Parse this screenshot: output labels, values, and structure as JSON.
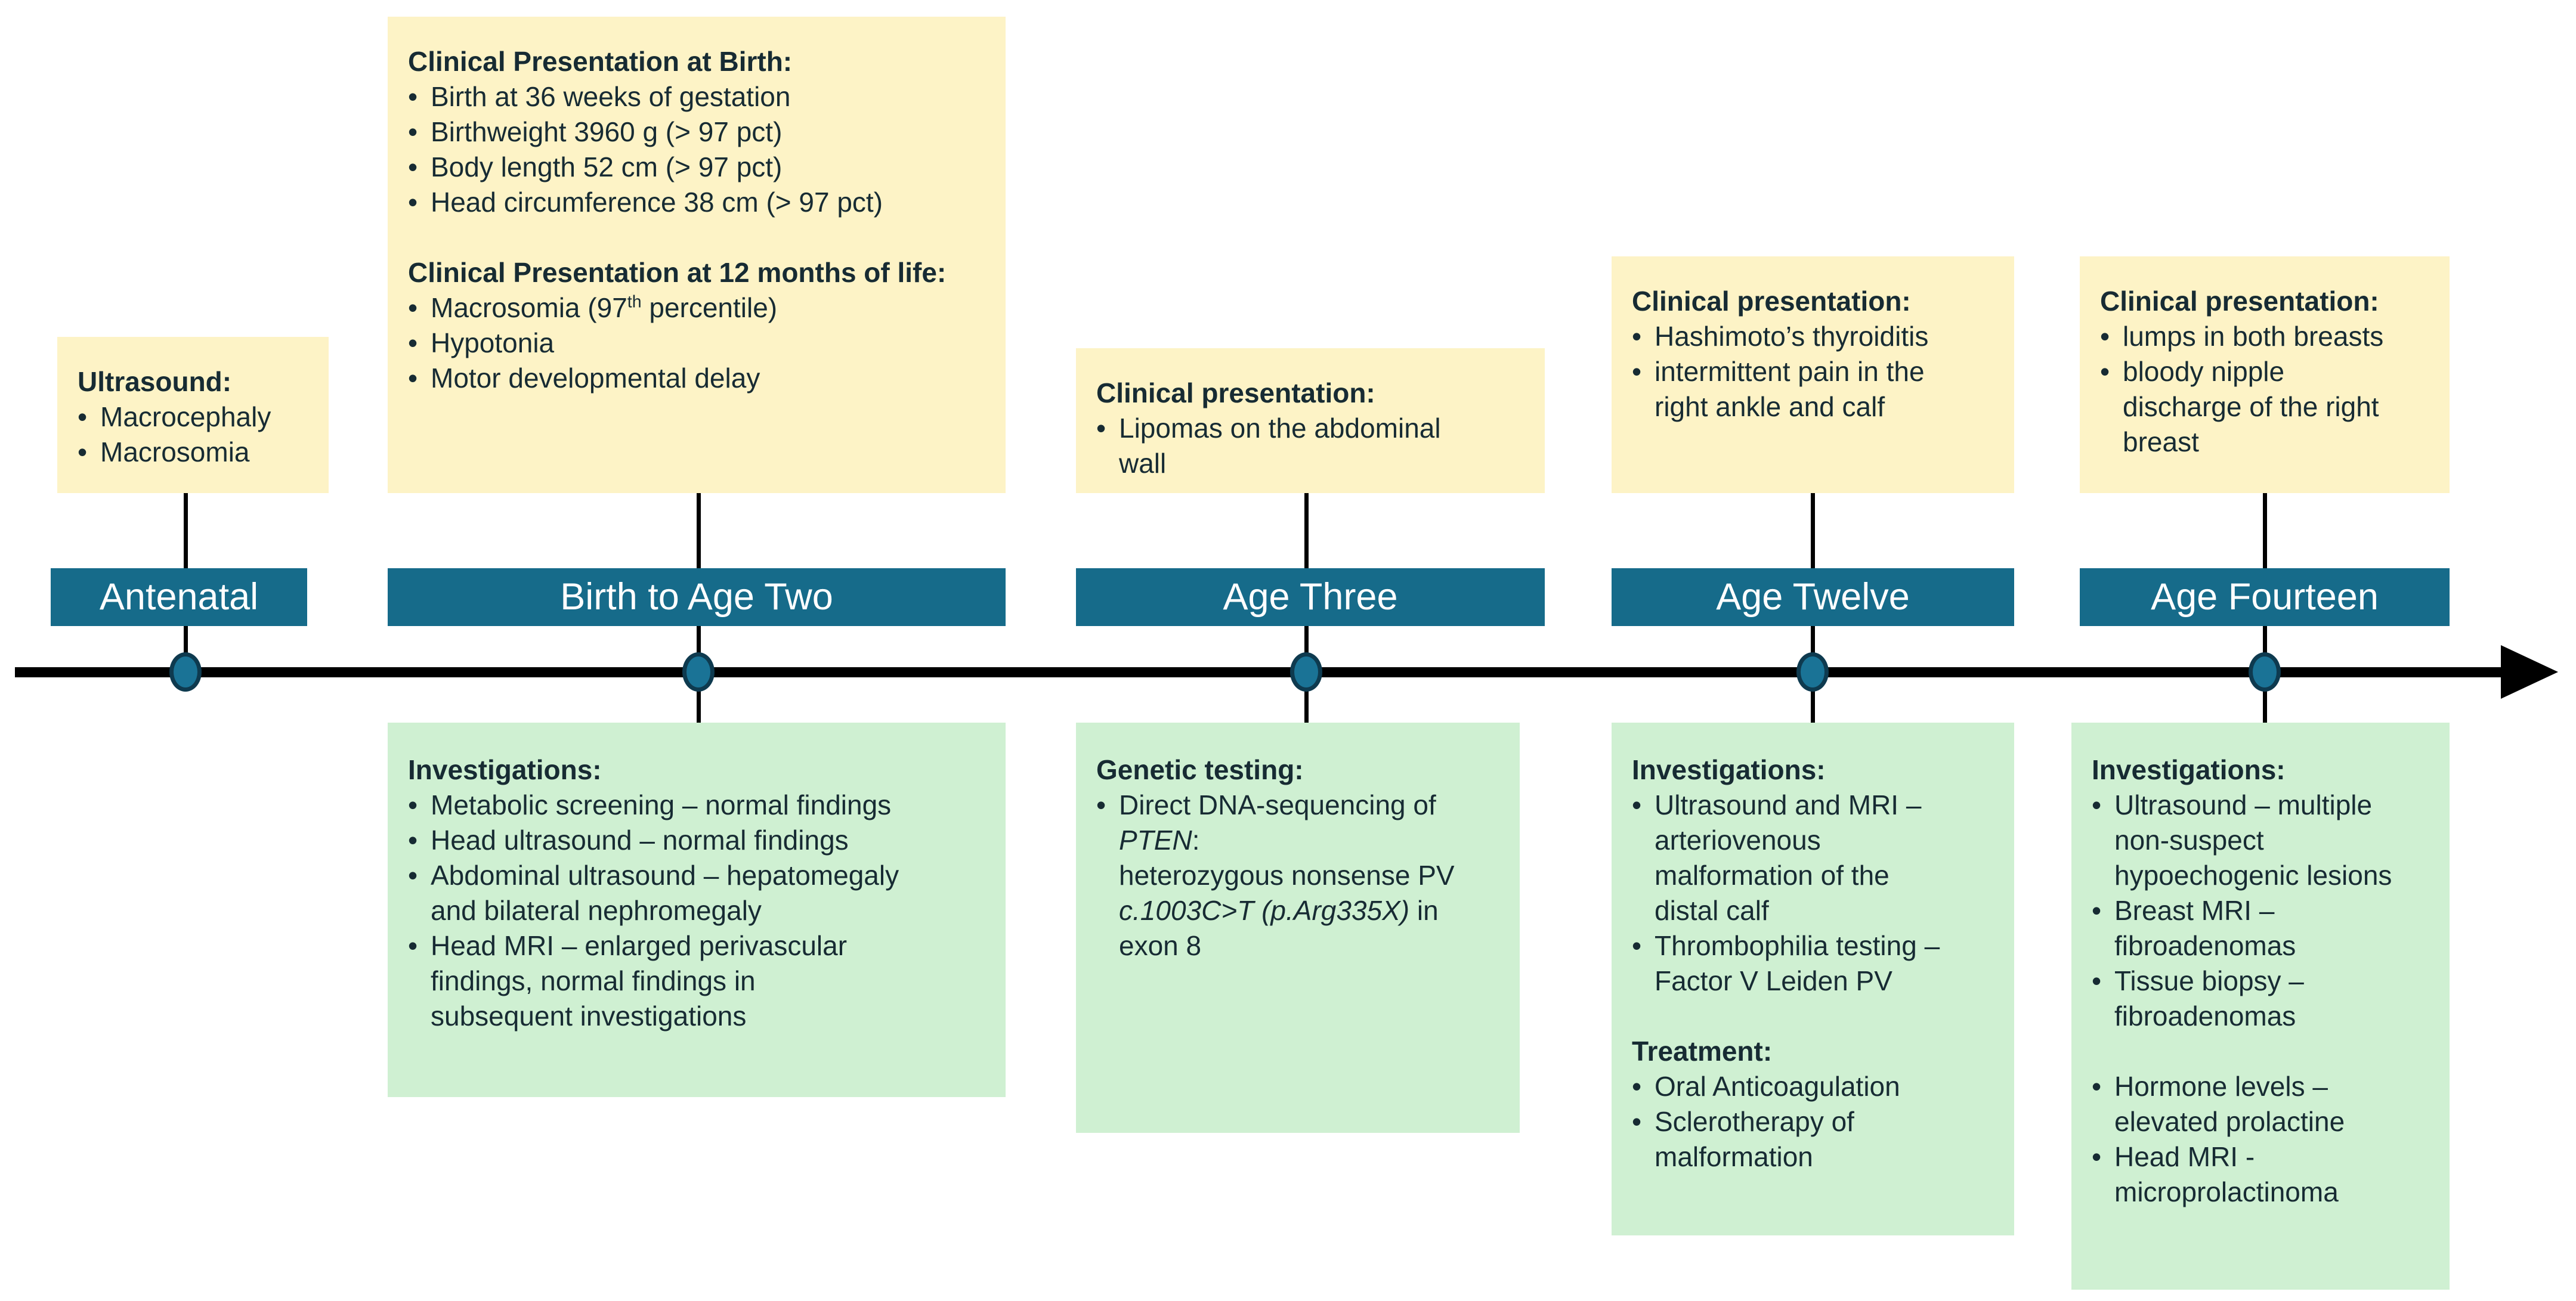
{
  "palette": {
    "yellow": "#FDF3C6",
    "green": "#CFF0D2",
    "blue": "#166B8A",
    "node_fill": "#1A7396",
    "node_border": "#0E3A4F",
    "line": "#000000",
    "text": "#172B33",
    "label_text": "#FFFFFF"
  },
  "columns": [
    {
      "label": "Antenatal",
      "top": {
        "sections": [
          {
            "heading": "Ultrasound:",
            "bullets": [
              [
                {
                  "t": "Macrocephaly"
                }
              ],
              [
                {
                  "t": "Macrosomia"
                }
              ]
            ]
          }
        ]
      },
      "bottom": null
    },
    {
      "label": "Birth to Age Two",
      "top": {
        "sections": [
          {
            "heading": "Clinical Presentation at Birth:",
            "bullets": [
              [
                {
                  "t": "Birth at 36 weeks of gestation"
                }
              ],
              [
                {
                  "t": "Birthweight 3960 g (> 97 pct)"
                }
              ],
              [
                {
                  "t": "Body length 52 cm (> 97 pct)"
                }
              ],
              [
                {
                  "t": "Head circumference 38 cm (> 97 pct)"
                }
              ]
            ]
          },
          {
            "heading": "Clinical Presentation at 12 months of life:",
            "bullets": [
              [
                {
                  "t": "Macrosomia (97"
                },
                {
                  "t": "th",
                  "sup": true
                },
                {
                  "t": " percentile)"
                }
              ],
              [
                {
                  "t": "Hypotonia"
                }
              ],
              [
                {
                  "t": "Motor developmental delay"
                }
              ]
            ]
          }
        ]
      },
      "bottom": {
        "sections": [
          {
            "heading": "Investigations:",
            "bullets": [
              [
                {
                  "t": "Metabolic screening – normal findings"
                }
              ],
              [
                {
                  "t": "Head ultrasound – normal findings"
                }
              ],
              [
                {
                  "t": "Abdominal ultrasound – hepatomegaly"
                },
                {
                  "t": "and bilateral nephromegaly",
                  "br": true
                }
              ],
              [
                {
                  "t": "Head MRI – enlarged perivascular"
                },
                {
                  "t": "findings, normal findings in",
                  "br": true
                },
                {
                  "t": "subsequent investigations",
                  "br": true
                }
              ]
            ]
          }
        ]
      }
    },
    {
      "label": "Age Three",
      "top": {
        "sections": [
          {
            "heading": "Clinical presentation:",
            "bullets": [
              [
                {
                  "t": "Lipomas on the abdominal"
                },
                {
                  "t": "wall",
                  "br": true
                }
              ]
            ]
          }
        ]
      },
      "bottom": {
        "sections": [
          {
            "heading": "Genetic testing:",
            "bullets": [
              [
                {
                  "t": "Direct DNA-sequencing of"
                },
                {
                  "t": "PTEN",
                  "i": true,
                  "br": true
                },
                {
                  "t": ":"
                },
                {
                  "t": "heterozygous nonsense PV",
                  "br": true
                },
                {
                  "t": "c.1003C>T (p.Arg335X)",
                  "i": true,
                  "br": true
                },
                {
                  "t": " in"
                },
                {
                  "t": "exon 8",
                  "br": true
                }
              ]
            ]
          }
        ]
      }
    },
    {
      "label": "Age Twelve",
      "top": {
        "sections": [
          {
            "heading": "Clinical presentation:",
            "bullets": [
              [
                {
                  "t": "Hashimoto’s thyroiditis"
                }
              ],
              [
                {
                  "t": "intermittent pain in the"
                },
                {
                  "t": "right ankle and calf",
                  "br": true
                }
              ]
            ]
          }
        ]
      },
      "bottom": {
        "sections": [
          {
            "heading": "Investigations:",
            "bullets": [
              [
                {
                  "t": "Ultrasound and MRI –"
                },
                {
                  "t": "arteriovenous",
                  "br": true
                },
                {
                  "t": "malformation of the",
                  "br": true
                },
                {
                  "t": "distal calf",
                  "br": true
                }
              ],
              [
                {
                  "t": "Thrombophilia testing –"
                },
                {
                  "t": "Factor V Leiden PV",
                  "br": true
                }
              ]
            ]
          },
          {
            "heading": "Treatment:",
            "bullets": [
              [
                {
                  "t": "Oral Anticoagulation"
                }
              ],
              [
                {
                  "t": "Sclerotherapy of"
                },
                {
                  "t": "malformation",
                  "br": true
                }
              ]
            ]
          }
        ]
      }
    },
    {
      "label": "Age Fourteen",
      "top": {
        "sections": [
          {
            "heading": "Clinical presentation:",
            "bullets": [
              [
                {
                  "t": "lumps in both breasts"
                }
              ],
              [
                {
                  "t": "bloody nipple"
                },
                {
                  "t": "discharge of the right",
                  "br": true
                },
                {
                  "t": "breast",
                  "br": true
                }
              ]
            ]
          }
        ]
      },
      "bottom": {
        "sections": [
          {
            "heading": "Investigations:",
            "bullets": [
              [
                {
                  "t": "Ultrasound – multiple"
                },
                {
                  "t": "non-suspect",
                  "br": true
                },
                {
                  "t": "hypoechogenic lesions",
                  "br": true
                }
              ],
              [
                {
                  "t": "Breast MRI –"
                },
                {
                  "t": "fibroadenomas",
                  "br": true
                }
              ],
              [
                {
                  "t": "Tissue biopsy –"
                },
                {
                  "t": "fibroadenomas",
                  "br": true
                }
              ],
              {
                "spacer": true
              },
              [
                {
                  "t": "Hormone levels –"
                },
                {
                  "t": "elevated prolactine",
                  "br": true
                }
              ],
              [
                {
                  "t": "Head MRI -"
                },
                {
                  "t": "microprolactinoma",
                  "br": true
                }
              ]
            ]
          }
        ]
      }
    }
  ]
}
